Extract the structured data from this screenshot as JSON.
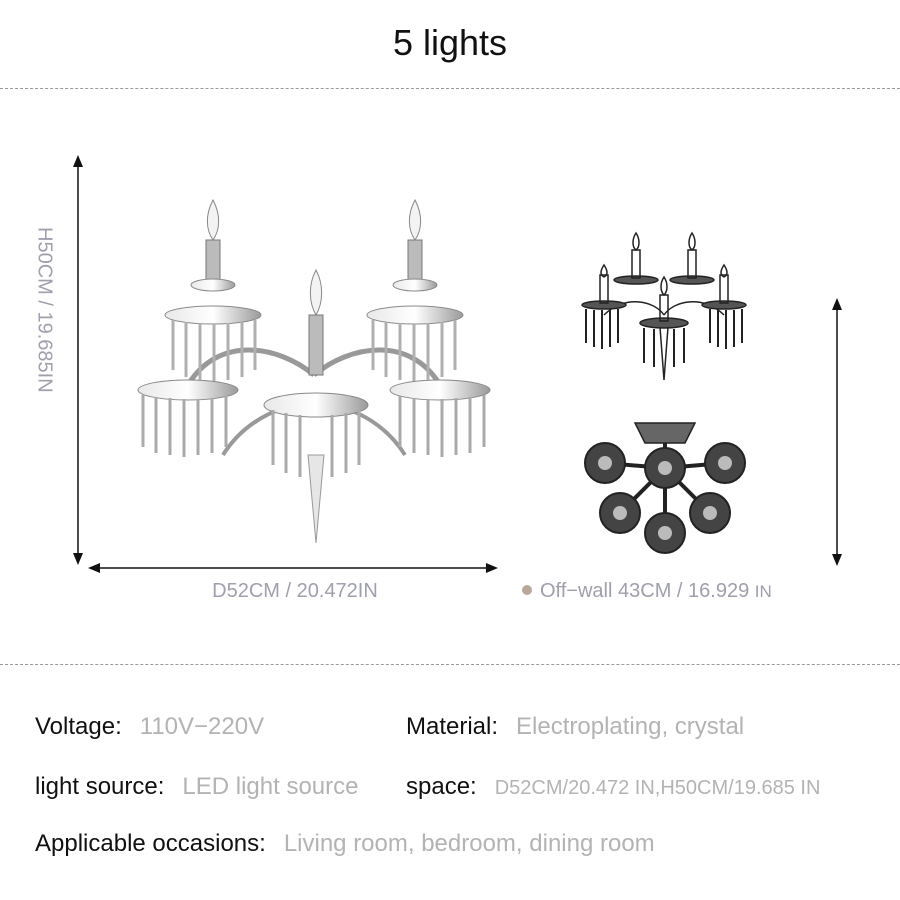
{
  "title": "5 lights",
  "dimensions": {
    "height": "H50CM / 19.685IN",
    "width": "D52CM / 20.472IN",
    "offwall_text": "Off−wall 43CM / 16.929",
    "offwall_unit": "IN"
  },
  "specs": {
    "voltage": {
      "key": "Voltage:",
      "value": "110V−220V"
    },
    "material": {
      "key": "Material:",
      "value": "Electroplating, crystal"
    },
    "light_source": {
      "key": "light source:",
      "value": "LED light source"
    },
    "space": {
      "key": "space:",
      "value": "D52CM/20.472 IN,H50CM/19.685 IN"
    },
    "occasions": {
      "key": "Applicable occasions:",
      "value": "Living room, bedroom, dining room"
    }
  },
  "colors": {
    "label_gray": "#9f9fad",
    "value_gray": "#b3b3b3",
    "offwall_dot": "#b9a89a"
  }
}
